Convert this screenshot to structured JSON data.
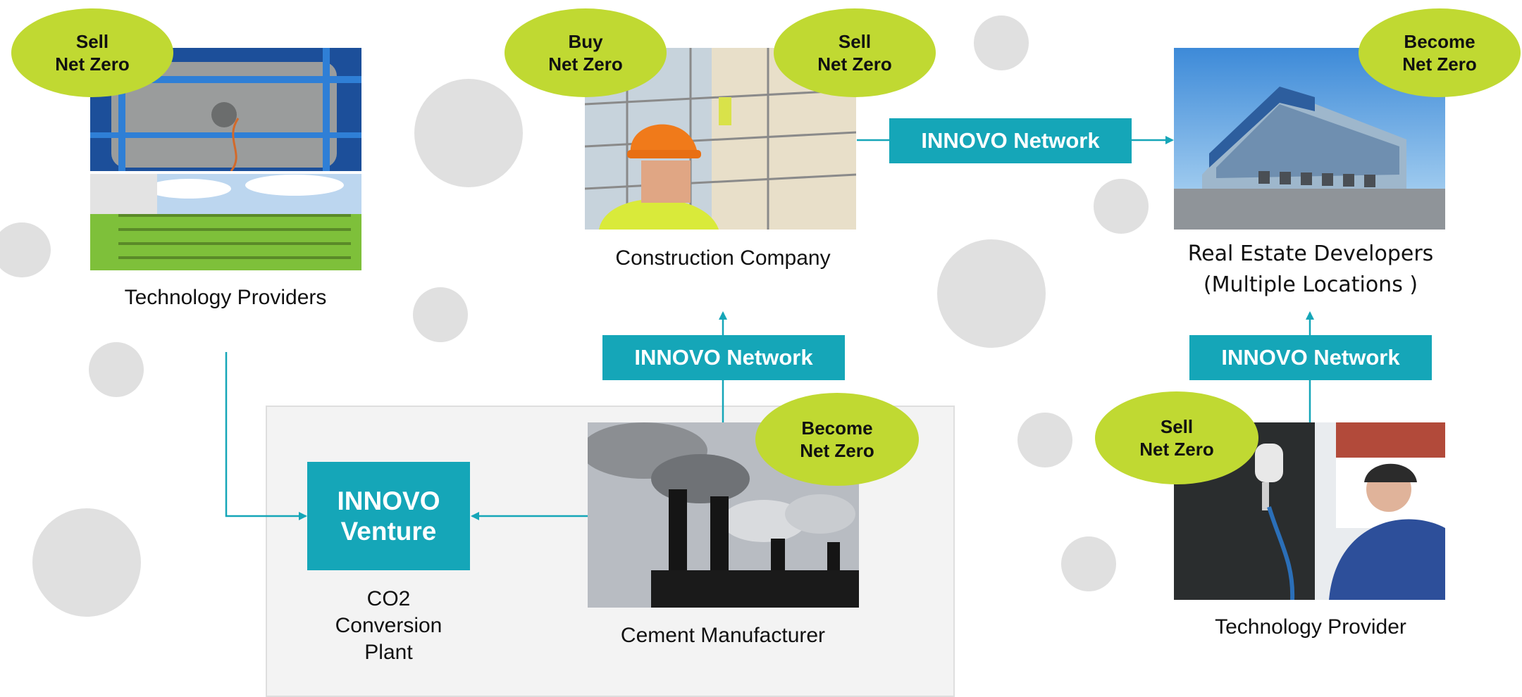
{
  "diagram": {
    "accent_color": "#15a6b8",
    "badge_color": "#c0d932",
    "badges": {
      "tech_providers_sell": [
        "Sell",
        "Net Zero"
      ],
      "construction_buy": [
        "Buy",
        "Net Zero"
      ],
      "construction_sell": [
        "Sell",
        "Net Zero"
      ],
      "real_estate_become": [
        "Become",
        "Net Zero"
      ],
      "cement_become": [
        "Become",
        "Net Zero"
      ],
      "tech_provider_sell": [
        "Sell",
        "Net Zero"
      ]
    },
    "network_label": "INNOVO Network",
    "venture_label": [
      "INNOVO",
      "Venture"
    ],
    "labels": {
      "technology_providers": "Technology Providers",
      "construction_company": "Construction Company",
      "real_estate_line1": "Real Estate Developers",
      "real_estate_line2": "(Multiple Locations )",
      "co2_plant": [
        "CO2",
        "Conversion",
        "Plant"
      ],
      "cement_manufacturer": "Cement Manufacturer",
      "technology_provider": "Technology Provider"
    },
    "images": {
      "technology_providers": "industrial-pipes-and-algae-photobioreactor-photo",
      "construction_company": "construction-worker-scaffolding-photo",
      "real_estate": "modern-warehouse-building-photo",
      "cement_manufacturer": "smoking-factory-chimneys-photo",
      "technology_provider": "worker-spray-painting-photo"
    }
  }
}
